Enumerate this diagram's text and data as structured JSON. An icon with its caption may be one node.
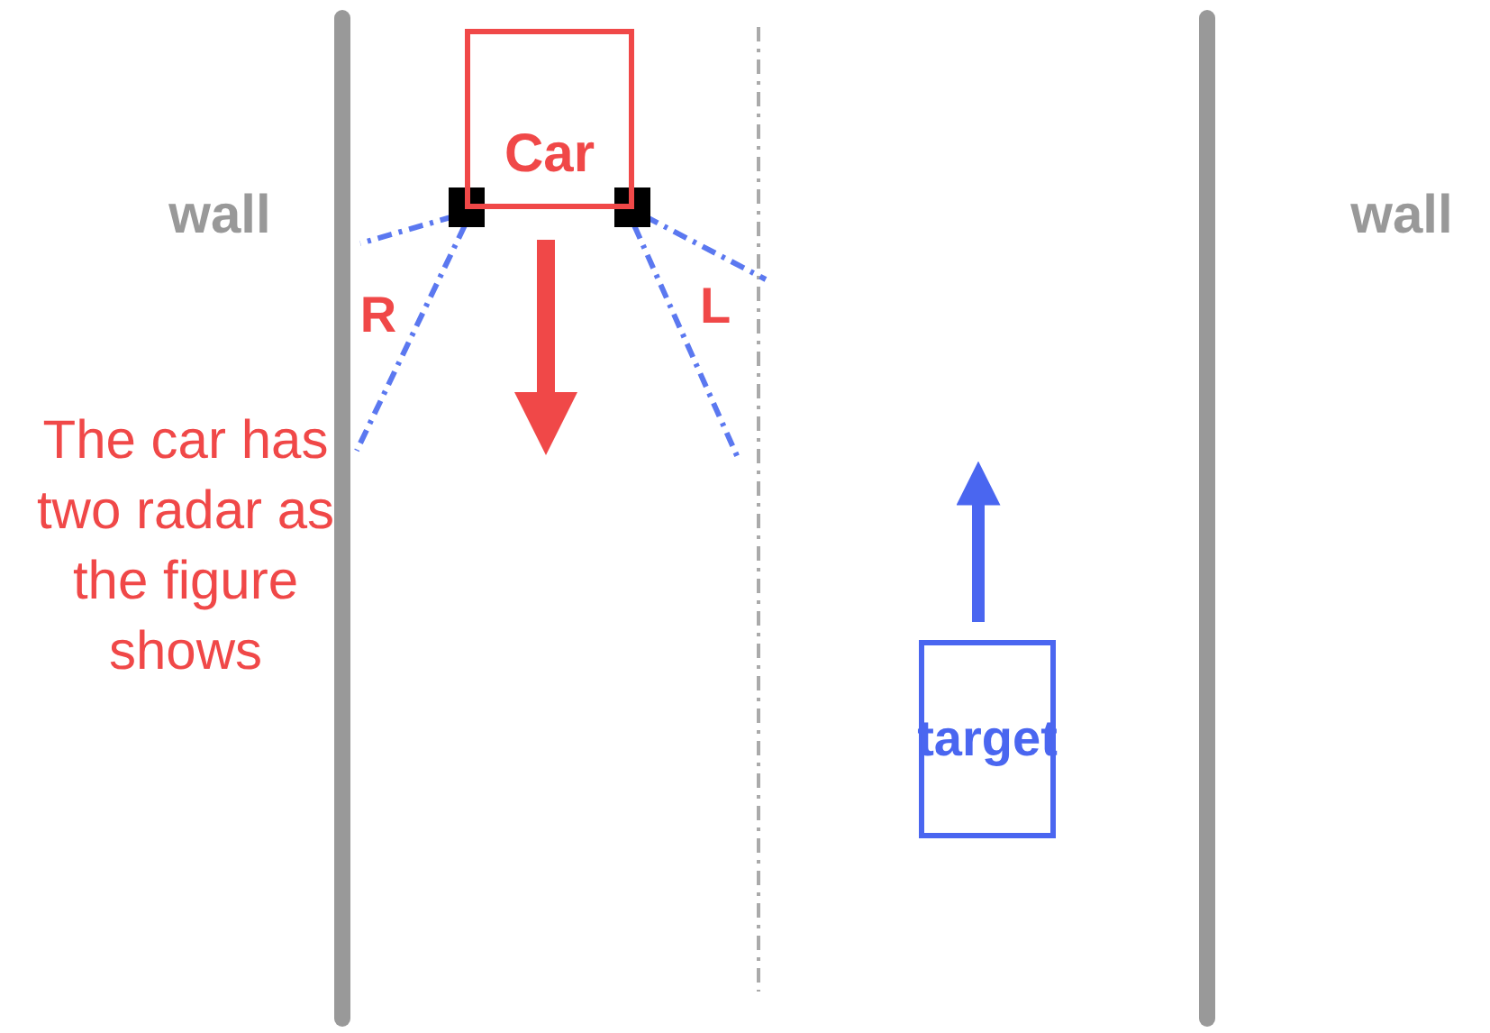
{
  "diagram": {
    "nodes": [
      {
        "text": [
          "Car"
        ]
      },
      {
        "text": [
          "target"
        ]
      }
    ],
    "edges": [],
    "labels": [
      "wall",
      "wall",
      "R",
      "L",
      "The car has two radar as the figure shows"
    ]
  }
}
